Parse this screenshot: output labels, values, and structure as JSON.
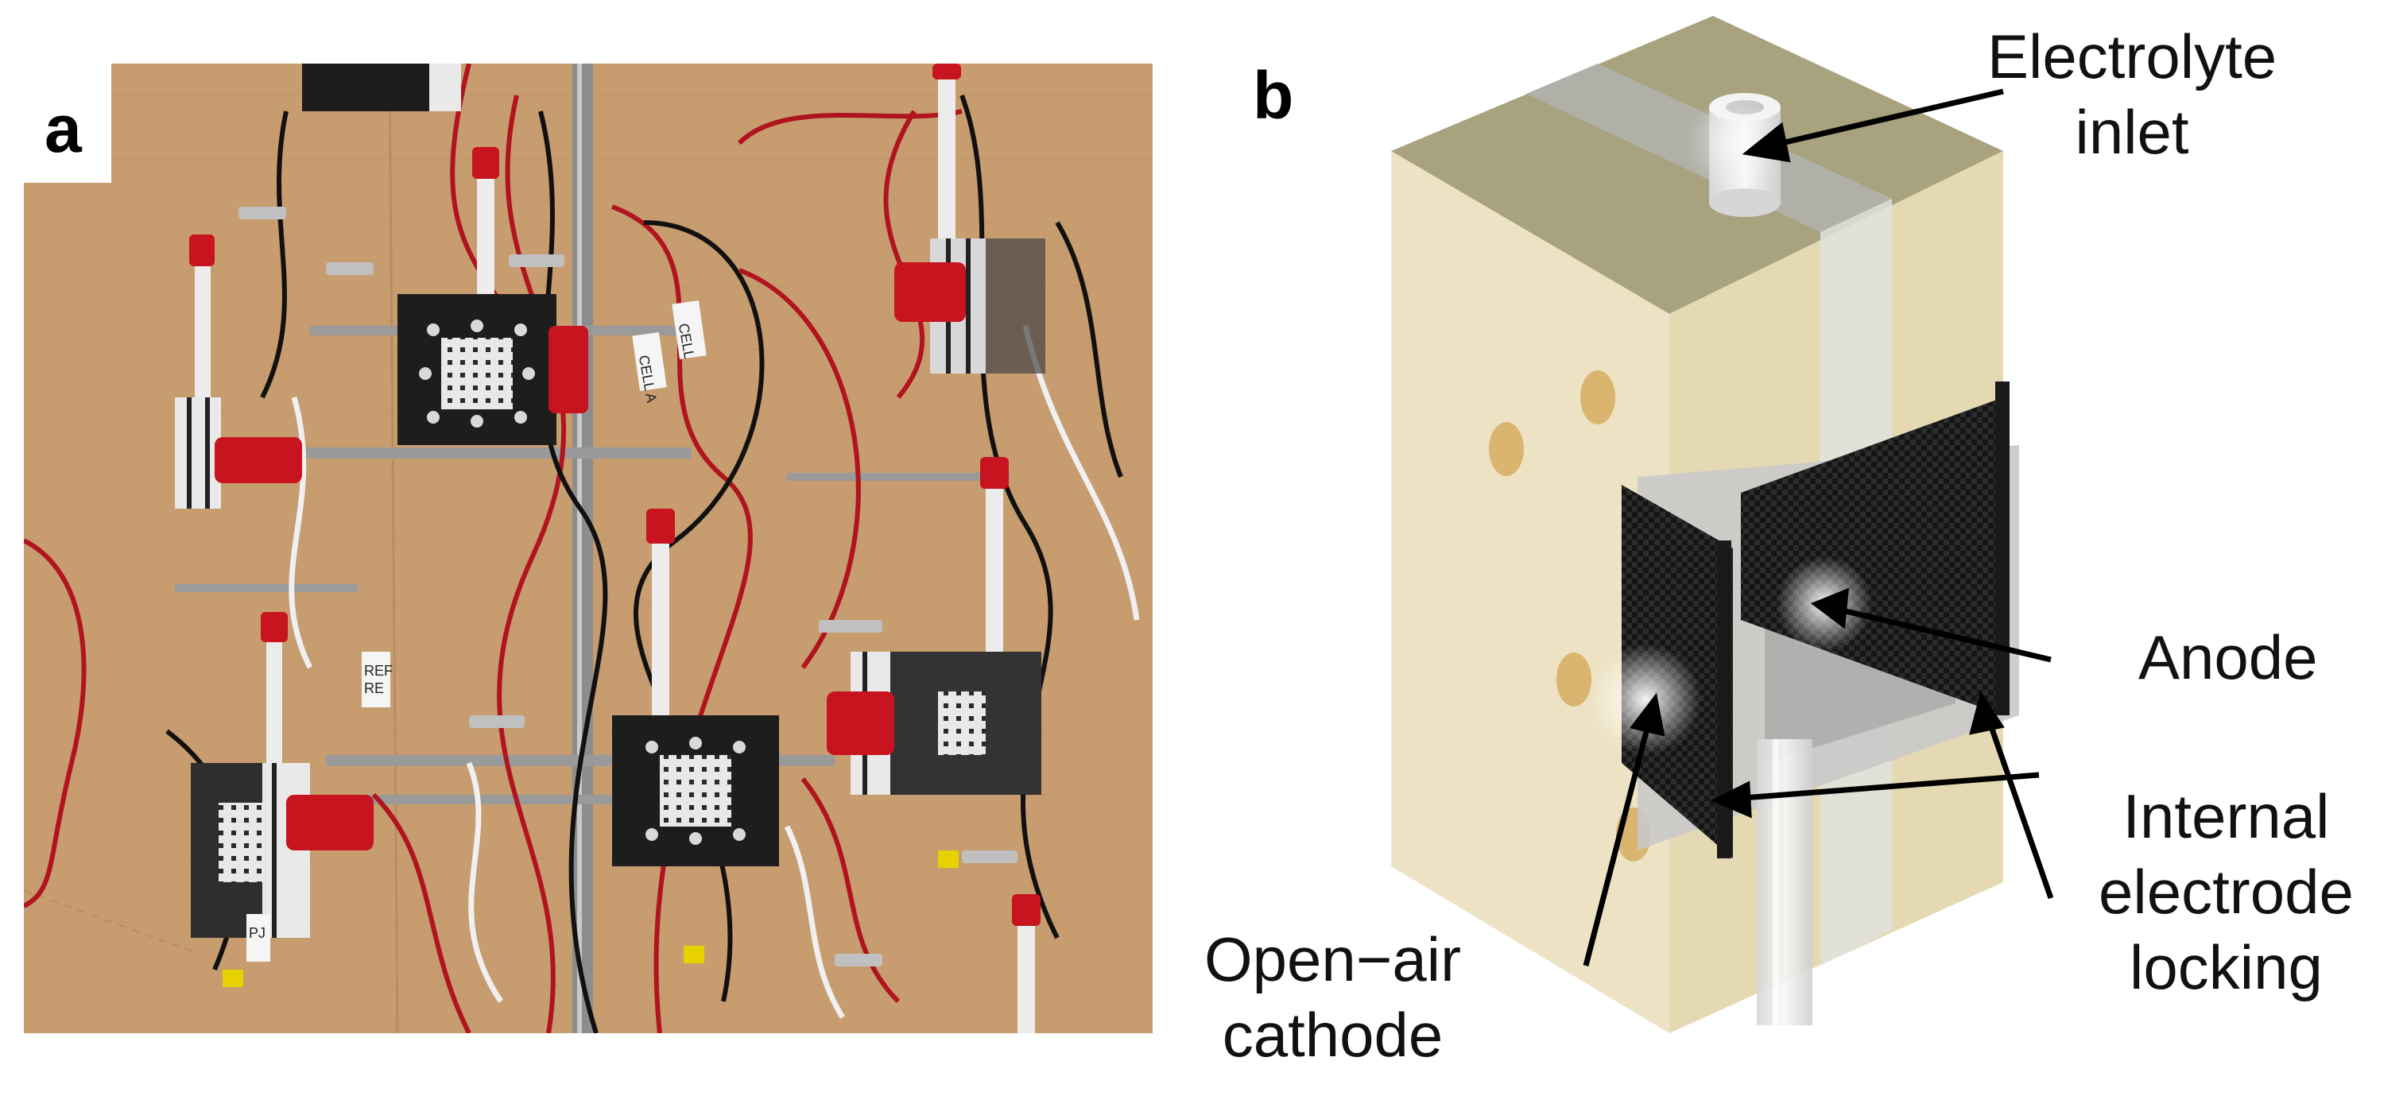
{
  "panel_a": {
    "letter": "a",
    "label_tags": [
      "CELL",
      "CELL A",
      "REF",
      "RE",
      "PJ"
    ]
  },
  "panel_b": {
    "letter": "b",
    "callouts": {
      "electrolyte_inlet": [
        "Electrolyte",
        "inlet"
      ],
      "anode": [
        "Anode"
      ],
      "internal_locking": [
        "Internal",
        "electrode",
        "locking"
      ],
      "cathode": [
        "Open−air",
        "cathode"
      ]
    }
  },
  "colors": {
    "cardboard": "#c49a6c",
    "wire_red": "#b0141e",
    "wire_black": "#111111",
    "cell_body": "#efe6c7",
    "carbon_mesh": "#1b1b1b",
    "tubing": "#e9e9e9"
  }
}
